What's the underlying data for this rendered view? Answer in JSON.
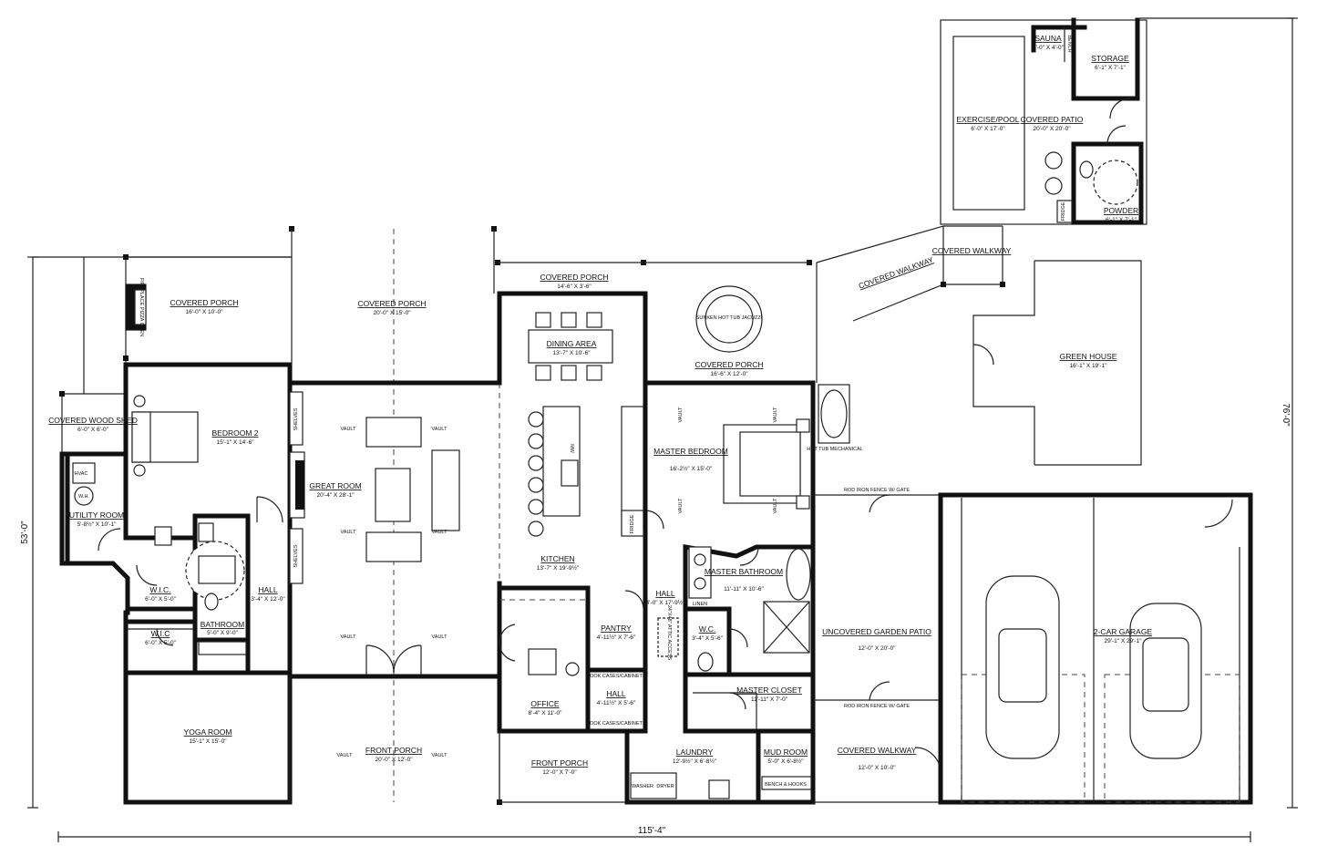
{
  "dimensions": {
    "overall_width": "115'-4\"",
    "left_depth": "53'-0\"",
    "right_depth": "76'-0\""
  },
  "rooms": {
    "covered_porch_left": {
      "name": "COVERED PORCH",
      "size": "16'-0\" X 10'-0\""
    },
    "covered_porch_center": {
      "name": "COVERED PORCH",
      "size": "20'-0\" X 15'-0\""
    },
    "covered_porch_top": {
      "name": "COVERED PORCH",
      "size": "14'-6\" X 3'-6\""
    },
    "covered_porch_right": {
      "name": "COVERED PORCH",
      "size": "16'-6\" X 12'-0\""
    },
    "covered_wood_shed": {
      "name": "COVERED WOOD SHED",
      "size": "6'-0\" X 6'-0\""
    },
    "bedroom2": {
      "name": "BEDROOM 2",
      "size": "15'-1\" X 14'-6\""
    },
    "utility_room": {
      "name": "UTILITY ROOM",
      "size": "5'-8½\" X 10'-1\""
    },
    "wic1": {
      "name": "W.I.C.",
      "size": "6'-0\" X 5'-0\""
    },
    "bathroom": {
      "name": "BATHROOM",
      "size": "5'-0\" X 9'-0\""
    },
    "wic2": {
      "name": "W.I.C",
      "size": "6'-0\" X 5'-0\""
    },
    "hall_left": {
      "name": "HALL",
      "size": "3'-4\" X 12'-0\""
    },
    "yoga_room": {
      "name": "YOGA ROOM",
      "size": "15'-1\" X 15'-0\""
    },
    "great_room": {
      "name": "GREAT ROOM",
      "size": "20'-4\" X 28'-1\""
    },
    "front_porch_left": {
      "name": "FRONT PORCH",
      "size": "20'-0\" X 12'-0\""
    },
    "dining_area": {
      "name": "DINING AREA",
      "size": "13'-7\" X 10'-6\""
    },
    "kitchen": {
      "name": "KITCHEN",
      "size": "13'-7\" X 19'-9½\""
    },
    "office": {
      "name": "OFFICE",
      "size": "8'-4\" X 11'-0\""
    },
    "pantry": {
      "name": "PANTRY",
      "size": "4'-11½\" X 7'-6\""
    },
    "hall_small": {
      "name": "HALL",
      "size": "4'-11½\" X 5'-6\""
    },
    "hall_center": {
      "name": "HALL",
      "size": "4'-0\" X 17'-9½\""
    },
    "front_porch_right": {
      "name": "FRONT PORCH",
      "size": "12'-0\" X 7'-0\""
    },
    "master_bedroom": {
      "name": "MASTER BEDROOM",
      "size": "16'-2½\" X 15'-0\""
    },
    "master_bathroom": {
      "name": "MASTER BATHROOM",
      "size": "11'-11\" X 10'-6\""
    },
    "wc": {
      "name": "W.C.",
      "size": "3'-4\" X 5'-6\""
    },
    "master_closet": {
      "name": "MASTER CLOSET",
      "size": "11'-11\" X 7'-0\""
    },
    "laundry": {
      "name": "LAUNDRY",
      "size": "12'-9½\" X 6'-8½\""
    },
    "mud_room": {
      "name": "MUD ROOM",
      "size": "5'-0\" X 6'-8½\""
    },
    "uncovered_garden_patio": {
      "name": "UNCOVERED GARDEN PATIO",
      "size": "12'-0\" X 20'-0\""
    },
    "covered_walkway_bottom": {
      "name": "COVERED WALKWAY",
      "size": "12'-0\" X 10'-0\""
    },
    "garage": {
      "name": "2-CAR GARAGE",
      "size": "29'-1\" X 29'-1\""
    },
    "green_house": {
      "name": "GREEN HOUSE",
      "size": "16'-1\" X 19'-1\""
    },
    "covered_walkway_diag": {
      "name": "COVERED WALKWAY"
    },
    "covered_walkway_top": {
      "name": "COVERED WALKWAY"
    },
    "exercise_pool": {
      "name": "EXERCISE/POOL",
      "size": "6'-0\" X 17'-0\""
    },
    "covered_patio": {
      "name": "COVERED PATIO",
      "size": "20'-0\" X 20'-0\""
    },
    "sauna": {
      "name": "SAUNA",
      "size": "4'-0\" X 4'-0\""
    },
    "storage": {
      "name": "STORAGE",
      "size": "6'-1\" X 7'-1\""
    },
    "powder": {
      "name": "POWDER",
      "size": "6'-1\" X 7'-1\""
    }
  },
  "labels": {
    "vault": "VAULT",
    "shelves": "SHELVES",
    "fireplace": "FIREPLACE",
    "fridge": "FRIDGE",
    "hvac": "HVAC",
    "wh": "W.H.",
    "linen": "LINEN",
    "washer": "WASHER",
    "dryer": "DRYER",
    "bench_hooks": "BENCH & HOOKS",
    "book_cases": "BOOK CASES/CABINETS",
    "attic": "24\"X48\" ATTIC ACCESS",
    "sunken_tub": "SUNKEN HOT TUB JACUZZI",
    "hot_tub_mech": "HOT TUB MECHANICAL",
    "fence_gate": "ROD IRON FENCE W/ GATE",
    "bench": "BENCH",
    "mw": "MW",
    "fireplace_pizza": "FIREPLACE PIZZA OVEN"
  }
}
